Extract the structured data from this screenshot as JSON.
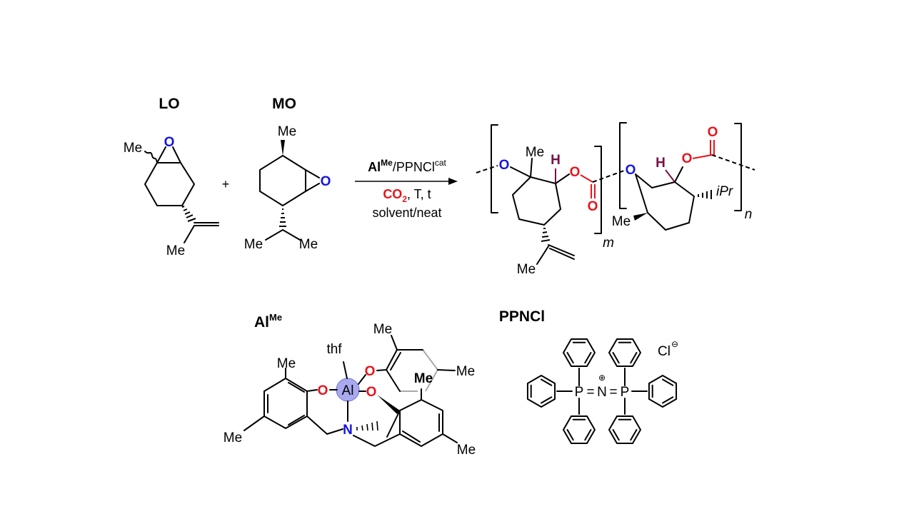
{
  "reactants": {
    "lo": {
      "label": "LO",
      "me": "Me",
      "o": "O",
      "me2": "Me"
    },
    "plus": "+",
    "mo": {
      "label": "MO",
      "me_top": "Me",
      "o": "O",
      "me_left": "Me",
      "me_right": "Me"
    }
  },
  "conditions": {
    "catalyst": "Al",
    "catalyst_sup": "Me",
    "cocatalyst": "/PPNCl",
    "cocatalyst_sup": "cat",
    "co2": "CO",
    "co2_sub": "2",
    "temp_time": ", T, t",
    "solvent": "solvent/neat"
  },
  "product": {
    "unit_m": {
      "o1": "O",
      "me": "Me",
      "h": "H",
      "o2": "O",
      "o3": "O",
      "me2": "Me",
      "subscript": "m"
    },
    "unit_n": {
      "o1": "O",
      "h": "H",
      "o2": "O",
      "o3": "O",
      "ipr": "iPr",
      "me": "Me",
      "subscript": "n"
    }
  },
  "catalysts": {
    "al": {
      "label": "Al",
      "label_sup": "Me",
      "thf": "thf",
      "al": "Al",
      "o": "O",
      "n": "N",
      "me": "Me"
    },
    "ppncl": {
      "label": "PPNCl",
      "p": "P",
      "n": "N",
      "eq": "=",
      "plus": "⊕",
      "cl": "Cl",
      "minus": "⊖"
    }
  },
  "colors": {
    "oxygen_red": "#e8141c",
    "oxygen_blue": "#1414e6",
    "hydrogen": "#7a1046",
    "al_highlight": "#a9a9f0"
  }
}
